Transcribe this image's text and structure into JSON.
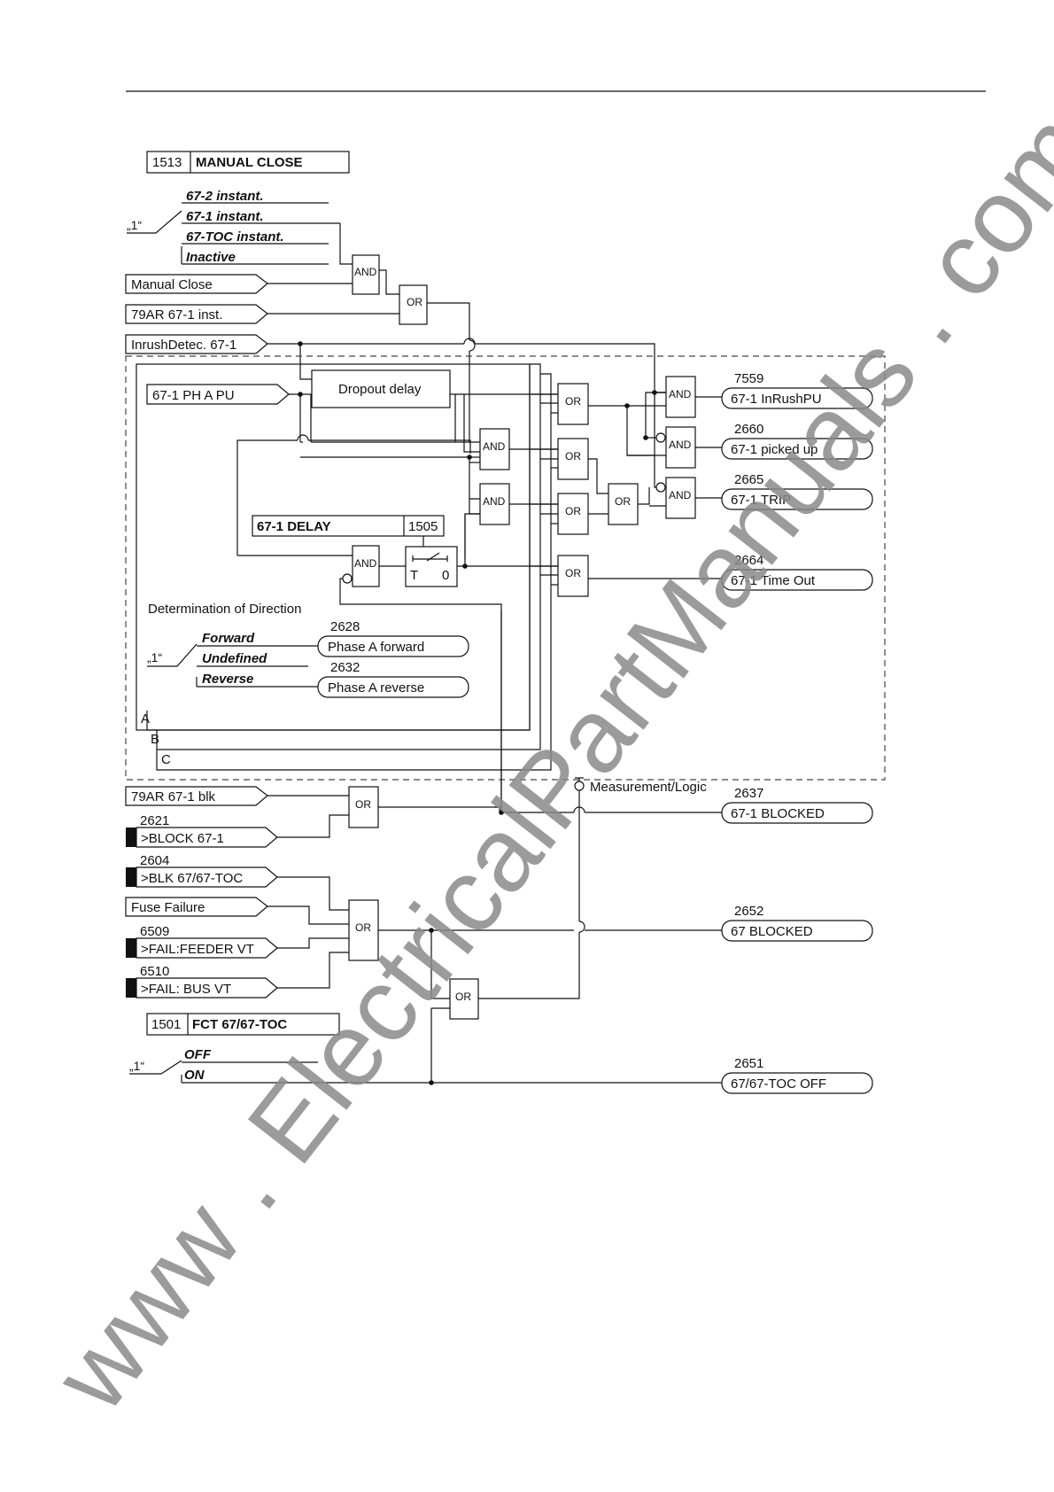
{
  "settings": {
    "manual_close": {
      "id": "1513",
      "label": "MANUAL CLOSE",
      "quote": "„1“",
      "options": [
        "67-2 instant.",
        "67-1 instant.",
        "67-TOC instant.",
        "Inactive"
      ]
    },
    "delay": {
      "label": "67-1 DELAY",
      "id": "1505",
      "t": "T",
      "zero": "0"
    },
    "fct": {
      "id": "1501",
      "label": "FCT 67/67-TOC",
      "quote": "„1“",
      "options": [
        "OFF",
        "ON"
      ]
    }
  },
  "inputs": {
    "manual_close": "Manual Close",
    "ar_inst": "79AR 67-1 inst.",
    "inrush": "InrushDetec. 67-1",
    "ph_a_pu": "67-1 PH A PU",
    "ar_blk": "79AR 67-1 blk",
    "block": {
      "num": "2621",
      "label": ">BLOCK 67-1"
    },
    "blk_toc": {
      "num": "2604",
      "label": ">BLK 67/67-TOC"
    },
    "fuse": "Fuse Failure",
    "feeder_vt": {
      "num": "6509",
      "label": ">FAIL:FEEDER VT"
    },
    "bus_vt": {
      "num": "6510",
      "label": ">FAIL: BUS VT"
    }
  },
  "blocks": {
    "dropout": "Dropout delay",
    "and": "AND",
    "or": "OR",
    "direction_title": "Determination of Direction",
    "direction_quote": "„1“",
    "direction_options": [
      "Forward",
      "Undefined",
      "Reverse"
    ],
    "dir_outputs": [
      {
        "num": "2628",
        "label": "Phase A forward"
      },
      {
        "num": "2632",
        "label": "Phase A reverse"
      }
    ],
    "phases": [
      "A",
      "B",
      "C"
    ],
    "measurement": "Measurement/Logic"
  },
  "outputs": [
    {
      "num": "7559",
      "label": "67-1 InRushPU"
    },
    {
      "num": "2660",
      "label": "67-1 picked up"
    },
    {
      "num": "2665",
      "label": "67-1 TRIP"
    },
    {
      "num": "2664",
      "label": "67-1 Time Out"
    },
    {
      "num": "2637",
      "label": "67-1 BLOCKED"
    },
    {
      "num": "2652",
      "label": "67 BLOCKED"
    },
    {
      "num": "2651",
      "label": "67/67-TOC  OFF"
    }
  ],
  "watermark": "www . ElectricalPartManuals . com"
}
